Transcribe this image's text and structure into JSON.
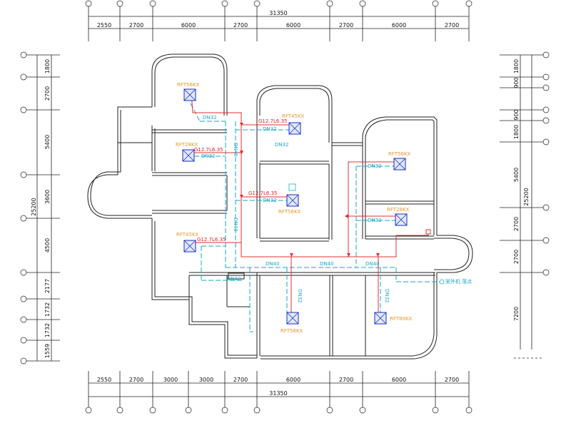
{
  "top_dims": {
    "total": "31350",
    "segments": [
      "2550",
      "2700",
      "6000",
      "2700",
      "6000",
      "2700",
      "6000",
      "2700"
    ]
  },
  "bottom_dims": {
    "total": "31350",
    "segments": [
      "2550",
      "2700",
      "3000",
      "3000",
      "2700",
      "6000",
      "2700",
      "6000",
      "2700"
    ]
  },
  "left_dims": {
    "total": "25200",
    "segments": [
      "1800",
      "2700",
      "5400",
      "3600",
      "4500",
      "2177",
      "1732",
      "1732",
      "1559"
    ]
  },
  "right_dims": {
    "total": "25200",
    "segments": [
      "1800",
      "900",
      "900",
      "1800",
      "5400",
      "2700",
      "2700",
      "7200"
    ]
  },
  "units": {
    "u1": "RFT56KX",
    "u2": "RFT45KX",
    "u3": "RFT28KX",
    "u4": "RFT56KX",
    "u5": "RFT56KX",
    "u6": "RFT28KX",
    "u7": "RFT45KX",
    "u8": "RFT56KX",
    "u9": "RFT80KX"
  },
  "pipes": {
    "p1": "G12.7L6.35",
    "p2": "G12.7L6.35",
    "p3": "G12.7L6.35",
    "p4": "G12.7L6.35"
  },
  "ducts": {
    "d1": "DN32",
    "d2": "DN32",
    "d3": "DN32",
    "d4": "DN32",
    "d5": "DN32",
    "d6": "DN32",
    "d7": "DN32",
    "d8": "DN40",
    "d9": "DN40",
    "d10": "DN40",
    "d11": "DN40",
    "d12": "DN40",
    "d13": "DN32",
    "d14": "DN32",
    "d15": "DN32"
  },
  "outdoor_note": "室外机\n落点"
}
